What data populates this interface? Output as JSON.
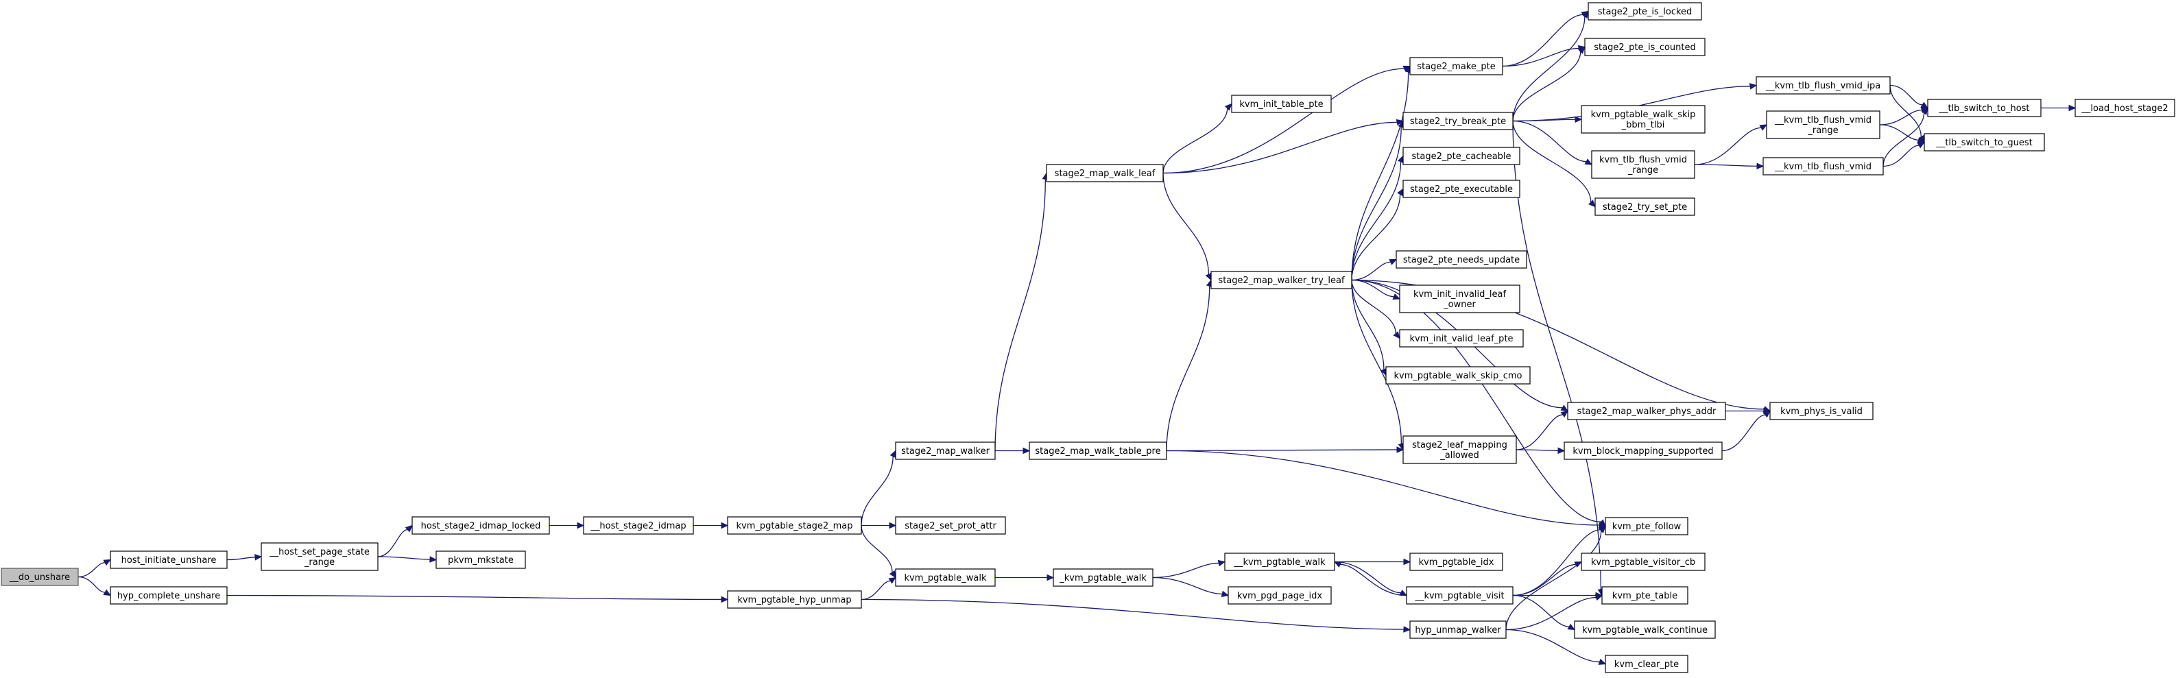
{
  "graph": {
    "type": "call-graph",
    "root": "do_unshare",
    "colors": {
      "edge": "#191970",
      "node_border": "#000000",
      "root_fill": "#bfbfbf",
      "node_fill": "#ffffff"
    },
    "nodes": [
      {
        "id": "do_unshare",
        "lines": [
          "__do_unshare"
        ]
      },
      {
        "id": "host_initiate_unshare",
        "lines": [
          "host_initiate_unshare"
        ]
      },
      {
        "id": "hyp_complete_unshare",
        "lines": [
          "hyp_complete_unshare"
        ]
      },
      {
        "id": "host_set_page_state_range",
        "lines": [
          "__host_set_page_state",
          "_range"
        ]
      },
      {
        "id": "host_stage2_idmap_locked",
        "lines": [
          "host_stage2_idmap_locked"
        ]
      },
      {
        "id": "pkvm_mkstate",
        "lines": [
          "pkvm_mkstate"
        ]
      },
      {
        "id": "host_stage2_idmap",
        "lines": [
          "__host_stage2_idmap"
        ]
      },
      {
        "id": "kvm_pgtable_stage2_map",
        "lines": [
          "kvm_pgtable_stage2_map"
        ]
      },
      {
        "id": "kvm_pgtable_hyp_unmap",
        "lines": [
          "kvm_pgtable_hyp_unmap"
        ]
      },
      {
        "id": "stage2_map_walker",
        "lines": [
          "stage2_map_walker"
        ]
      },
      {
        "id": "stage2_set_prot_attr",
        "lines": [
          "stage2_set_prot_attr"
        ]
      },
      {
        "id": "kvm_pgtable_walk",
        "lines": [
          "kvm_pgtable_walk"
        ]
      },
      {
        "id": "stage2_map_walk_table_pre",
        "lines": [
          "stage2_map_walk_table_pre"
        ]
      },
      {
        "id": "stage2_map_walk_leaf",
        "lines": [
          "stage2_map_walk_leaf"
        ]
      },
      {
        "id": "_kvm_pgtable_walk",
        "lines": [
          "_kvm_pgtable_walk"
        ]
      },
      {
        "id": "kvm_init_table_pte",
        "lines": [
          "kvm_init_table_pte"
        ]
      },
      {
        "id": "stage2_map_walker_try_leaf",
        "lines": [
          "stage2_map_walker_try_leaf"
        ]
      },
      {
        "id": "__kvm_pgtable_walk",
        "lines": [
          "__kvm_pgtable_walk"
        ]
      },
      {
        "id": "kvm_pgd_page_idx",
        "lines": [
          "kvm_pgd_page_idx"
        ]
      },
      {
        "id": "stage2_make_pte",
        "lines": [
          "stage2_make_pte"
        ]
      },
      {
        "id": "stage2_try_break_pte",
        "lines": [
          "stage2_try_break_pte"
        ]
      },
      {
        "id": "stage2_pte_cacheable",
        "lines": [
          "stage2_pte_cacheable"
        ]
      },
      {
        "id": "stage2_pte_executable",
        "lines": [
          "stage2_pte_executable"
        ]
      },
      {
        "id": "stage2_pte_needs_update",
        "lines": [
          "stage2_pte_needs_update"
        ]
      },
      {
        "id": "kvm_init_invalid_leaf_owner",
        "lines": [
          "kvm_init_invalid_leaf",
          "_owner"
        ]
      },
      {
        "id": "kvm_init_valid_leaf_pte",
        "lines": [
          "kvm_init_valid_leaf_pte"
        ]
      },
      {
        "id": "kvm_pgtable_walk_skip_cmo",
        "lines": [
          "kvm_pgtable_walk_skip_cmo"
        ]
      },
      {
        "id": "stage2_leaf_mapping_allowed",
        "lines": [
          "stage2_leaf_mapping",
          "_allowed"
        ]
      },
      {
        "id": "kvm_pgtable_idx",
        "lines": [
          "kvm_pgtable_idx"
        ]
      },
      {
        "id": "__kvm_pgtable_visit",
        "lines": [
          "__kvm_pgtable_visit"
        ]
      },
      {
        "id": "hyp_unmap_walker",
        "lines": [
          "hyp_unmap_walker"
        ]
      },
      {
        "id": "stage2_pte_is_locked",
        "lines": [
          "stage2_pte_is_locked"
        ]
      },
      {
        "id": "stage2_pte_is_counted",
        "lines": [
          "stage2_pte_is_counted"
        ]
      },
      {
        "id": "kvm_pgtable_walk_skip_bbm_tlbi",
        "lines": [
          "kvm_pgtable_walk_skip",
          "_bbm_tlbi"
        ]
      },
      {
        "id": "kvm_tlb_flush_vmid_range",
        "lines": [
          "kvm_tlb_flush_vmid",
          "_range"
        ]
      },
      {
        "id": "stage2_try_set_pte",
        "lines": [
          "stage2_try_set_pte"
        ]
      },
      {
        "id": "stage2_map_walker_phys_addr",
        "lines": [
          "stage2_map_walker_phys_addr"
        ]
      },
      {
        "id": "kvm_block_mapping_supported",
        "lines": [
          "kvm_block_mapping_supported"
        ]
      },
      {
        "id": "kvm_pte_follow",
        "lines": [
          "kvm_pte_follow"
        ]
      },
      {
        "id": "kvm_pgtable_visitor_cb",
        "lines": [
          "kvm_pgtable_visitor_cb"
        ]
      },
      {
        "id": "kvm_pte_table",
        "lines": [
          "kvm_pte_table"
        ]
      },
      {
        "id": "kvm_pgtable_walk_continue",
        "lines": [
          "kvm_pgtable_walk_continue"
        ]
      },
      {
        "id": "kvm_clear_pte",
        "lines": [
          "kvm_clear_pte"
        ]
      },
      {
        "id": "__kvm_tlb_flush_vmid_ipa",
        "lines": [
          "__kvm_tlb_flush_vmid_ipa"
        ]
      },
      {
        "id": "__kvm_tlb_flush_vmid_range",
        "lines": [
          "__kvm_tlb_flush_vmid",
          "_range"
        ]
      },
      {
        "id": "__kvm_tlb_flush_vmid",
        "lines": [
          "__kvm_tlb_flush_vmid"
        ]
      },
      {
        "id": "kvm_phys_is_valid",
        "lines": [
          "kvm_phys_is_valid"
        ]
      },
      {
        "id": "__tlb_switch_to_host",
        "lines": [
          "__tlb_switch_to_host"
        ]
      },
      {
        "id": "__tlb_switch_to_guest",
        "lines": [
          "__tlb_switch_to_guest"
        ]
      },
      {
        "id": "__load_host_stage2",
        "lines": [
          "__load_host_stage2"
        ]
      }
    ],
    "edges": [
      [
        "do_unshare",
        "host_initiate_unshare"
      ],
      [
        "do_unshare",
        "hyp_complete_unshare"
      ],
      [
        "host_initiate_unshare",
        "host_set_page_state_range"
      ],
      [
        "host_set_page_state_range",
        "host_stage2_idmap_locked"
      ],
      [
        "host_set_page_state_range",
        "pkvm_mkstate"
      ],
      [
        "host_stage2_idmap_locked",
        "host_stage2_idmap"
      ],
      [
        "host_stage2_idmap",
        "kvm_pgtable_stage2_map"
      ],
      [
        "kvm_pgtable_stage2_map",
        "stage2_map_walker"
      ],
      [
        "kvm_pgtable_stage2_map",
        "stage2_set_prot_attr"
      ],
      [
        "kvm_pgtable_stage2_map",
        "kvm_pgtable_walk"
      ],
      [
        "hyp_complete_unshare",
        "kvm_pgtable_hyp_unmap"
      ],
      [
        "kvm_pgtable_hyp_unmap",
        "kvm_pgtable_walk"
      ],
      [
        "kvm_pgtable_hyp_unmap",
        "hyp_unmap_walker"
      ],
      [
        "stage2_map_walker",
        "stage2_map_walk_leaf"
      ],
      [
        "stage2_map_walker",
        "stage2_map_walk_table_pre"
      ],
      [
        "kvm_pgtable_walk",
        "_kvm_pgtable_walk"
      ],
      [
        "_kvm_pgtable_walk",
        "__kvm_pgtable_walk"
      ],
      [
        "_kvm_pgtable_walk",
        "kvm_pgd_page_idx"
      ],
      [
        "stage2_map_walk_leaf",
        "kvm_init_table_pte"
      ],
      [
        "stage2_map_walk_leaf",
        "stage2_make_pte"
      ],
      [
        "stage2_map_walk_leaf",
        "stage2_try_break_pte"
      ],
      [
        "stage2_map_walk_leaf",
        "stage2_map_walker_try_leaf"
      ],
      [
        "stage2_map_walk_table_pre",
        "stage2_map_walker_try_leaf"
      ],
      [
        "stage2_map_walk_table_pre",
        "stage2_leaf_mapping_allowed"
      ],
      [
        "stage2_map_walk_table_pre",
        "kvm_pte_follow"
      ],
      [
        "stage2_map_walker_try_leaf",
        "stage2_make_pte"
      ],
      [
        "stage2_map_walker_try_leaf",
        "stage2_try_break_pte"
      ],
      [
        "stage2_map_walker_try_leaf",
        "stage2_pte_cacheable"
      ],
      [
        "stage2_map_walker_try_leaf",
        "stage2_pte_executable"
      ],
      [
        "stage2_map_walker_try_leaf",
        "stage2_pte_needs_update"
      ],
      [
        "stage2_map_walker_try_leaf",
        "kvm_init_invalid_leaf_owner"
      ],
      [
        "stage2_map_walker_try_leaf",
        "kvm_init_valid_leaf_pte"
      ],
      [
        "stage2_map_walker_try_leaf",
        "kvm_pgtable_walk_skip_cmo"
      ],
      [
        "stage2_map_walker_try_leaf",
        "stage2_leaf_mapping_allowed"
      ],
      [
        "stage2_map_walker_try_leaf",
        "stage2_map_walker_phys_addr"
      ],
      [
        "stage2_map_walker_try_leaf",
        "kvm_phys_is_valid"
      ],
      [
        "stage2_map_walker_try_leaf",
        "kvm_pte_follow"
      ],
      [
        "stage2_make_pte",
        "stage2_pte_is_locked"
      ],
      [
        "stage2_make_pte",
        "stage2_pte_is_counted"
      ],
      [
        "stage2_try_break_pte",
        "stage2_pte_is_locked"
      ],
      [
        "stage2_try_break_pte",
        "stage2_pte_is_counted"
      ],
      [
        "stage2_try_break_pte",
        "__kvm_tlb_flush_vmid_ipa"
      ],
      [
        "stage2_try_break_pte",
        "kvm_pgtable_walk_skip_bbm_tlbi"
      ],
      [
        "stage2_try_break_pte",
        "kvm_tlb_flush_vmid_range"
      ],
      [
        "stage2_try_break_pte",
        "stage2_try_set_pte"
      ],
      [
        "stage2_try_break_pte",
        "kvm_pte_table"
      ],
      [
        "kvm_tlb_flush_vmid_range",
        "__kvm_tlb_flush_vmid_range"
      ],
      [
        "kvm_tlb_flush_vmid_range",
        "__kvm_tlb_flush_vmid"
      ],
      [
        "__kvm_tlb_flush_vmid_ipa",
        "__tlb_switch_to_host"
      ],
      [
        "__kvm_tlb_flush_vmid_ipa",
        "__tlb_switch_to_guest"
      ],
      [
        "__kvm_tlb_flush_vmid_range",
        "__tlb_switch_to_host"
      ],
      [
        "__kvm_tlb_flush_vmid_range",
        "__tlb_switch_to_guest"
      ],
      [
        "__kvm_tlb_flush_vmid",
        "__tlb_switch_to_host"
      ],
      [
        "__kvm_tlb_flush_vmid",
        "__tlb_switch_to_guest"
      ],
      [
        "__tlb_switch_to_host",
        "__load_host_stage2"
      ],
      [
        "stage2_leaf_mapping_allowed",
        "stage2_map_walker_phys_addr"
      ],
      [
        "stage2_leaf_mapping_allowed",
        "kvm_block_mapping_supported"
      ],
      [
        "stage2_map_walker_phys_addr",
        "kvm_phys_is_valid"
      ],
      [
        "kvm_block_mapping_supported",
        "kvm_phys_is_valid"
      ],
      [
        "__kvm_pgtable_walk",
        "kvm_pgtable_idx"
      ],
      [
        "__kvm_pgtable_walk",
        "__kvm_pgtable_visit"
      ],
      [
        "__kvm_pgtable_visit",
        "__kvm_pgtable_walk"
      ],
      [
        "__kvm_pgtable_visit",
        "kvm_pte_follow"
      ],
      [
        "__kvm_pgtable_visit",
        "kvm_pgtable_visitor_cb"
      ],
      [
        "__kvm_pgtable_visit",
        "kvm_pte_table"
      ],
      [
        "__kvm_pgtable_visit",
        "kvm_pgtable_walk_continue"
      ],
      [
        "hyp_unmap_walker",
        "kvm_pte_follow"
      ],
      [
        "hyp_unmap_walker",
        "kvm_pte_table"
      ],
      [
        "hyp_unmap_walker",
        "kvm_clear_pte"
      ]
    ]
  }
}
